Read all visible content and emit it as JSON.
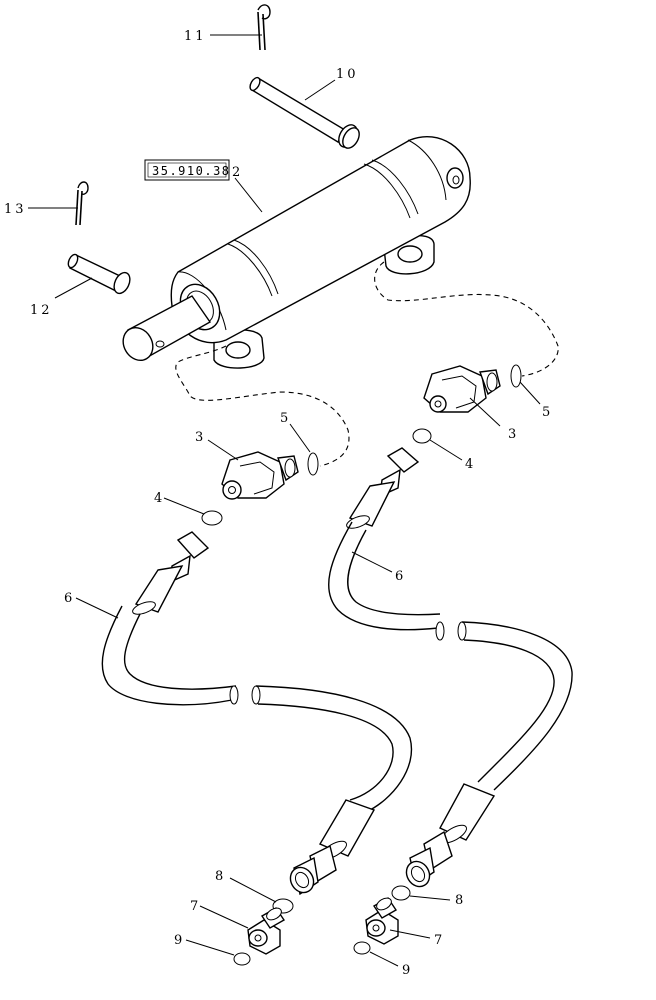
{
  "diagram": {
    "reference_box": "35.910.38",
    "callouts": {
      "c2": "2",
      "c3a": "3",
      "c3b": "3",
      "c4a": "4",
      "c4b": "4",
      "c5a": "5",
      "c5b": "5",
      "c6a": "6",
      "c6b": "6",
      "c7a": "7",
      "c7b": "7",
      "c8a": "8",
      "c8b": "8",
      "c9a": "9",
      "c9b": "9",
      "c10": "10",
      "c11": "11",
      "c12": "12",
      "c13": "13"
    }
  }
}
